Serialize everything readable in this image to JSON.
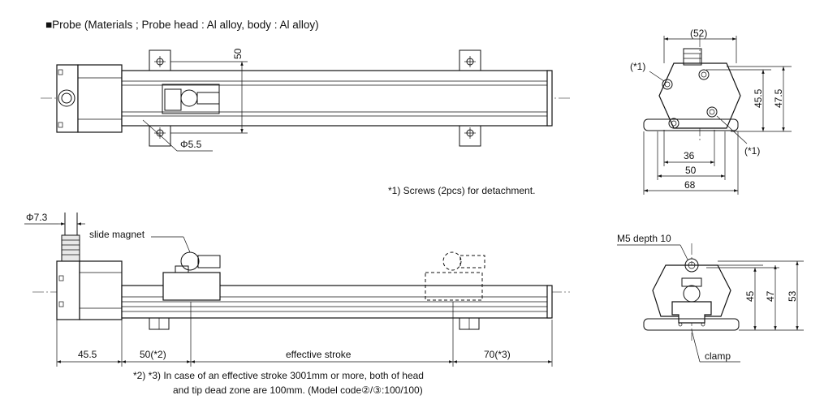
{
  "title": "■Probe (Materials  ; Probe head : Al alloy, body : Al alloy)",
  "top_view": {
    "dim_50": "50",
    "dim_hole": "Φ5.5"
  },
  "end_view": {
    "dim_52": "(52)",
    "mark_1a": "(*1)",
    "mark_1b": "(*1)",
    "dim_45_5": "45.5",
    "dim_47_5": "47.5",
    "dim_36": "36",
    "dim_50": "50",
    "dim_68": "68"
  },
  "note_screws": "*1) Screws (2pcs) for detachment.",
  "side_view": {
    "dim_cable": "Φ7.3",
    "label_magnet": "slide magnet",
    "dim_45_5": "45.5",
    "dim_head": "50(*2)",
    "label_stroke": "effective stroke",
    "dim_tip": "70(*3)"
  },
  "clamp_view": {
    "label_m5": "M5 depth 10",
    "dim_45": "45",
    "dim_47": "47",
    "dim_53": "53",
    "label_clamp": "clamp"
  },
  "note_dead_zone_1": "*2) *3) In case of an effective stroke 3001mm or more, both of head",
  "note_dead_zone_2": "and tip dead zone are 100mm. (Model code②/③:100/100)"
}
